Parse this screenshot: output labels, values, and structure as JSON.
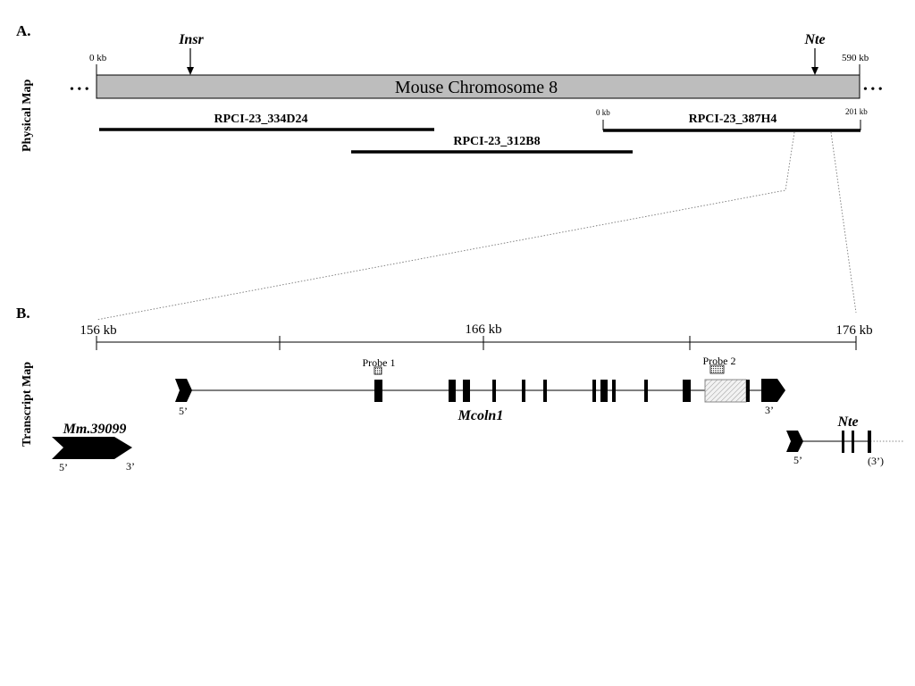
{
  "panel_a": {
    "label": "A.",
    "side_label": "Physical Map",
    "chromosome": {
      "name": "Mouse Chromosome 8",
      "start_label": "0 kb",
      "end_label": "590 kb",
      "ellipsis_left": "• • •",
      "ellipsis_right": "• • •",
      "fill_color": "#bdbdbd"
    },
    "genes": [
      {
        "label": "Insr"
      },
      {
        "label": "Nte"
      }
    ],
    "clones": [
      {
        "name": "RPCI-23_334D24"
      },
      {
        "name": "RPCI-23_312B8"
      },
      {
        "name": "RPCI-23_387H4",
        "start_label": "0 kb",
        "end_label": "201 kb"
      }
    ]
  },
  "panel_b": {
    "label": "B.",
    "side_label": "Transcript Map",
    "scale": {
      "labels": [
        "156 kb",
        "166 kb",
        "176 kb"
      ]
    },
    "probes": [
      {
        "label": "Probe 1"
      },
      {
        "label": "Probe 2"
      }
    ],
    "mcoln1": {
      "name": "Mcoln1",
      "five_prime": "5’",
      "three_prime": "3’"
    },
    "mm39099": {
      "name": "Mm.39099",
      "five_prime": "5’",
      "three_prime": "3’"
    },
    "nte": {
      "name": "Nte",
      "five_prime": "5’",
      "three_prime": "(3’)"
    }
  }
}
